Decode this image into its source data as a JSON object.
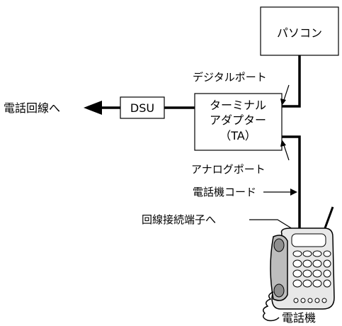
{
  "nodes": {
    "pc": "パソコン",
    "dsu": "DSU",
    "ta_line1": "ターミナル",
    "ta_line2": "アダプター",
    "ta_line3": "（TA）",
    "phone": "電話機"
  },
  "labels": {
    "to_line": "電話回線へ",
    "digital_port": "デジタルポート",
    "analog_port": "アナログポート",
    "phone_cord": "電話機コード",
    "to_jack": "回線接続端子へ"
  },
  "icons": {
    "phone": "cordless-telephone-icon"
  }
}
